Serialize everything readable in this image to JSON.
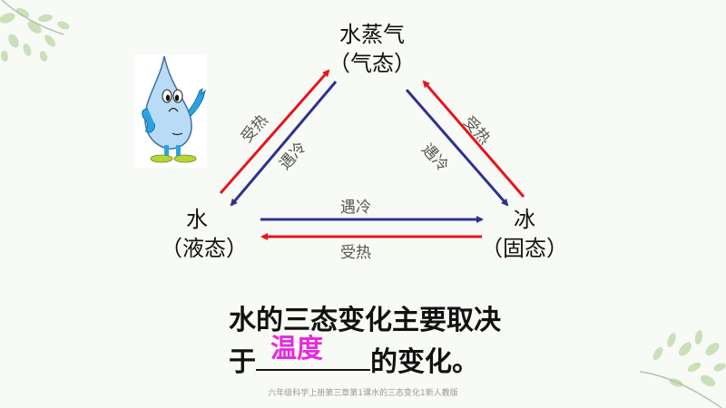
{
  "slide": {
    "states": {
      "gas": {
        "name": "水蒸气",
        "state": "（气态）"
      },
      "liquid": {
        "name": "水",
        "state": "（液态）"
      },
      "solid": {
        "name": "冰",
        "state": "（固态）"
      }
    },
    "arrows": {
      "liquid_to_gas": "受热",
      "gas_to_liquid": "遇冷",
      "gas_to_solid": "遇冷",
      "solid_to_gas": "受热",
      "liquid_to_solid": "遇冷",
      "solid_to_liquid": "受热"
    },
    "question": {
      "line1": "水的三态变化主要取决",
      "line2_prefix": "于",
      "answer": "温度",
      "line2_suffix": "的变化。"
    },
    "footer": "六年级科学上册第三章第1课水的三态变化1新人教版"
  },
  "colors": {
    "heat_arrow": "#e8141c",
    "cool_arrow": "#2e3192",
    "answer": "#e829e0",
    "background": "#f8faf6"
  },
  "illustration": {
    "icon": "water-drop-character"
  }
}
